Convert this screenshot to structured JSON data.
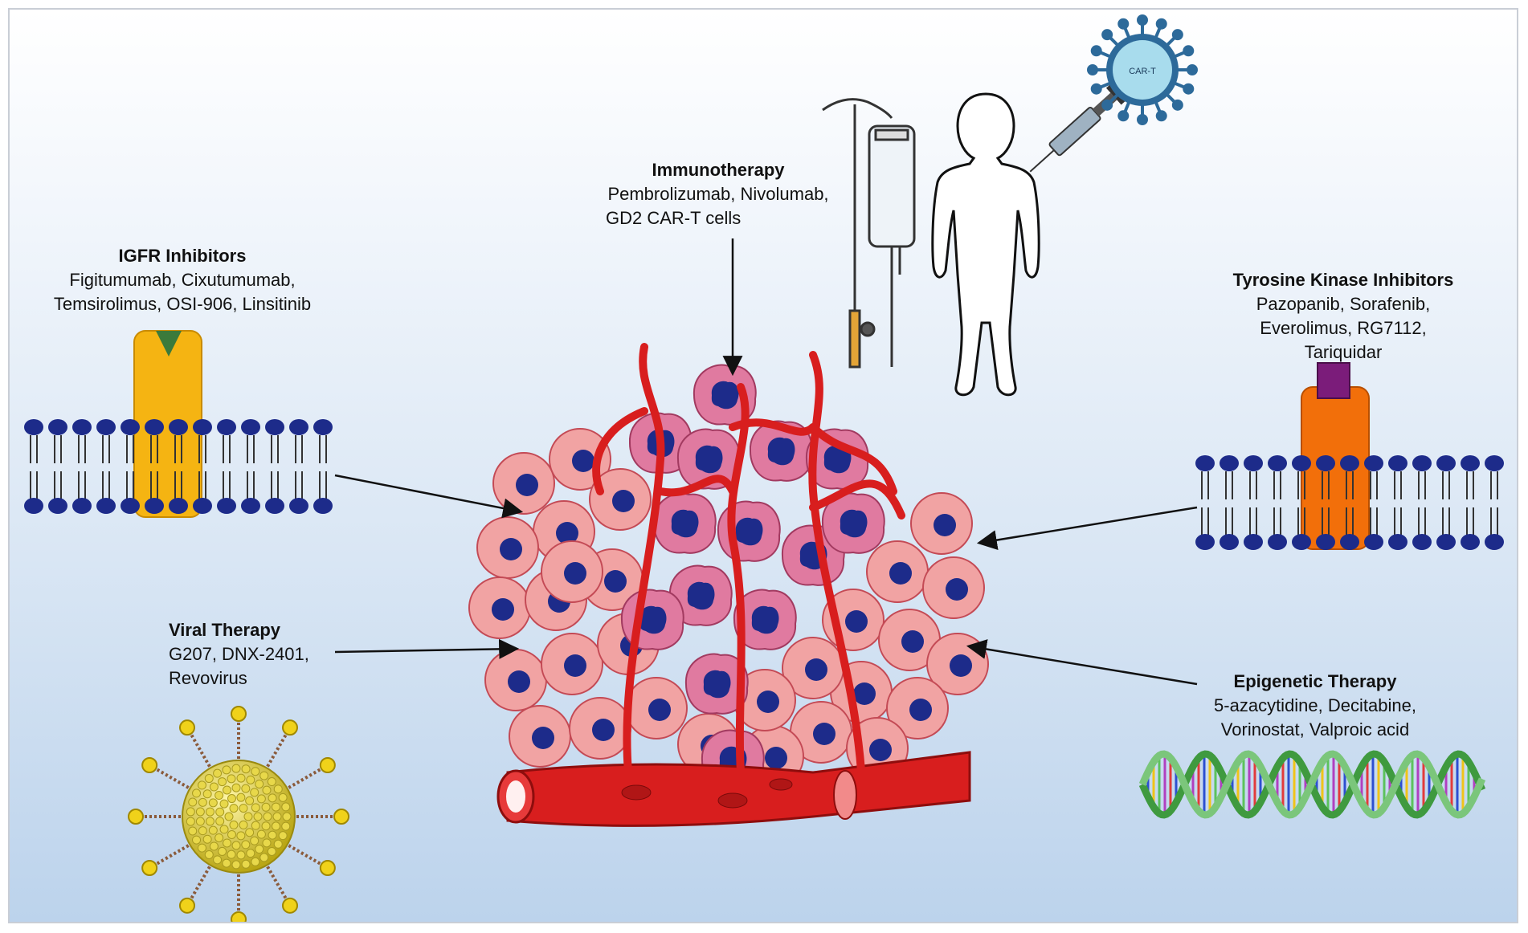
{
  "labels": {
    "immunotherapy": {
      "title": "Immunotherapy",
      "lines": [
        "Pembrolizumab, Nivolumab,",
        "GD2 CAR-T cells"
      ]
    },
    "igfr": {
      "title": "IGFR Inhibitors",
      "lines": [
        "Figitumumab, Cixutumumab,",
        "Temsirolimus, OSI-906, Linsitinib"
      ]
    },
    "tki": {
      "title": "Tyrosine Kinase Inhibitors",
      "lines": [
        "Pazopanib, Sorafenib,",
        "Everolimus, RG7112,",
        "Tariquidar"
      ]
    },
    "viral": {
      "title": "Viral Therapy",
      "lines": [
        "G207, DNX-2401,",
        "Revovirus"
      ]
    },
    "epigenetic": {
      "title": "Epigenetic Therapy",
      "lines": [
        "5-azacytidine, Decitabine,",
        "Vorinostat, Valproic acid"
      ]
    }
  },
  "car_t_label": "CAR-T",
  "icons": [
    "iv-drip-icon",
    "child-silhouette-icon",
    "syringe-icon",
    "car-t-cell-icon",
    "virus-icon",
    "dna-helix-icon",
    "cell-membrane-icon",
    "receptor-icon"
  ],
  "colors": {
    "cell_fill": "#f1a3a3",
    "cell_stroke": "#c44a55",
    "nucleus": "#1d2b8a",
    "tumor_cell": "#e07aa0",
    "vessel": "#d81e1e",
    "igfr_receptor": "#f5b412",
    "igfr_ligand": "#3b7a3b",
    "tki_receptor": "#f26f0a",
    "tki_ligand": "#7b1c7a",
    "membrane_head": "#1d2b8a",
    "virus": "#d8c524",
    "car_t_spikes": "#2d6a9a",
    "car_t_core": "#a8dced"
  }
}
